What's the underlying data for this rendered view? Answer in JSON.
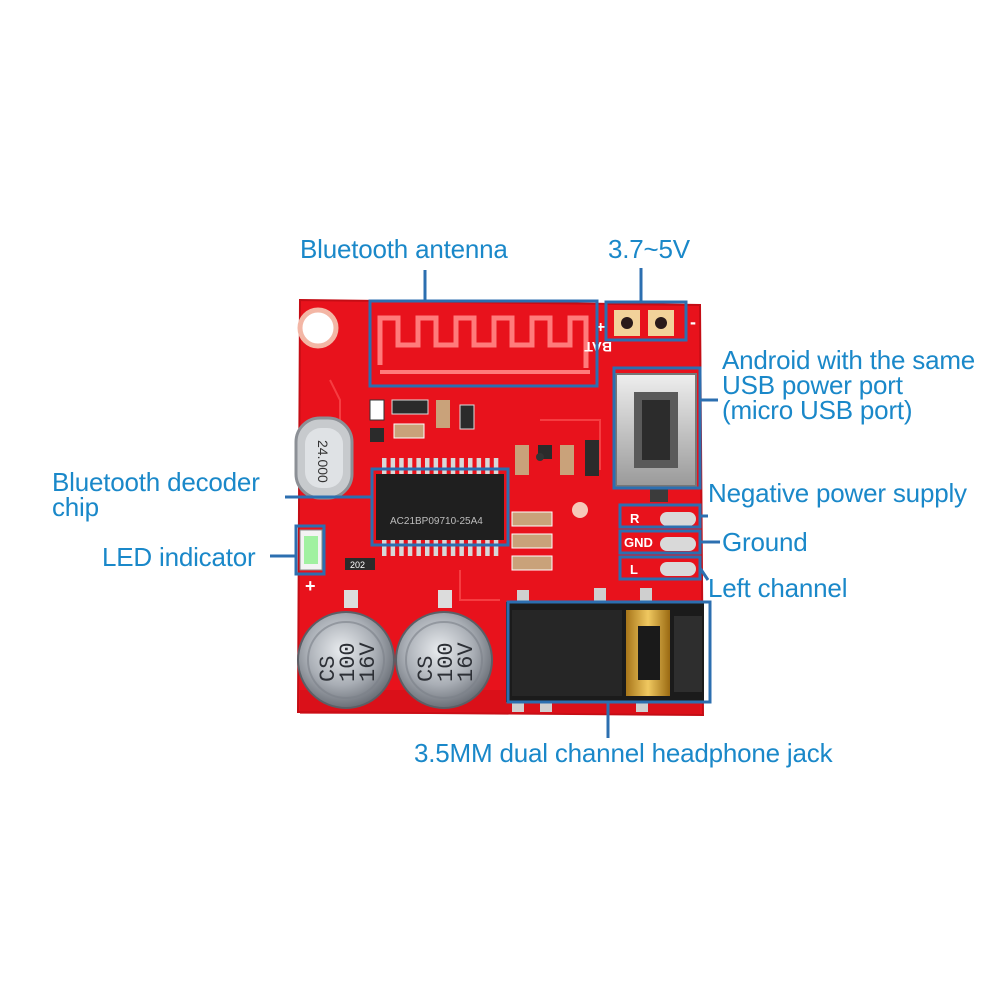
{
  "colors": {
    "label": "#1a88c9",
    "callout": "#2c6fb0",
    "board": "#e8121c",
    "board_dark": "#b70c14",
    "capacitor": "#9aa0a8"
  },
  "labels": {
    "bluetooth_antenna": "Bluetooth antenna",
    "voltage": "3.7~5V",
    "usb_port": [
      "Android with the same",
      "USB power port",
      "(micro USB port)"
    ],
    "decoder_chip": [
      "Bluetooth decoder",
      "chip"
    ],
    "led_indicator": "LED indicator",
    "negative_power": "Negative power supply",
    "ground": "Ground",
    "left_channel": "Left channel",
    "headphone_jack": "3.5MM dual channel headphone jack"
  },
  "board_markings": {
    "bat": "BAT",
    "plus": "+",
    "minus": "-",
    "crystal": "24.000",
    "chip_text": "AC21BP09710-25A4",
    "pad_r": "R",
    "pad_gnd": "GND",
    "pad_l": "L",
    "led_plus": "+",
    "resistor": "202",
    "cap_text": [
      "CS",
      "100",
      "16V"
    ]
  }
}
